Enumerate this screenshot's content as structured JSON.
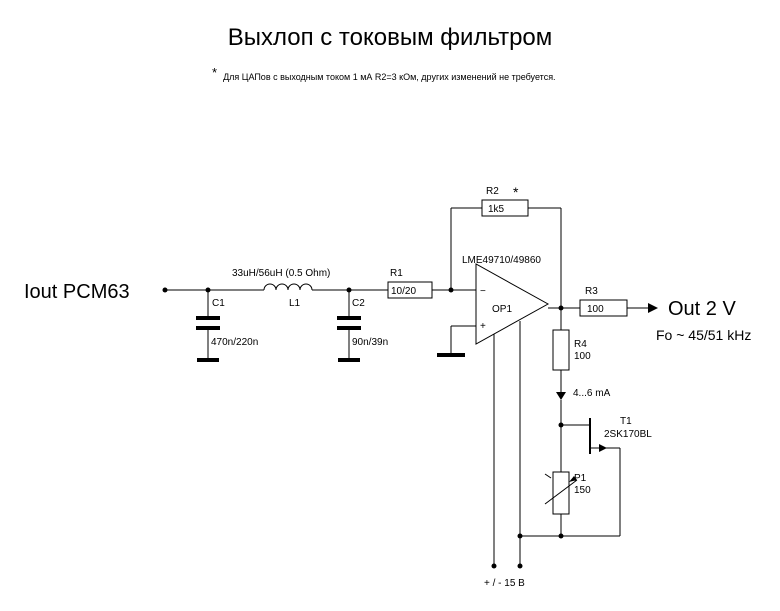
{
  "title": "Выхлоп с токовым фильтром",
  "note": {
    "star": "*",
    "text": "Для ЦАПов с выходным током 1 мА R2=3 кОм,  других  изменений не требуется."
  },
  "input_label": "Iout PCM63",
  "output_label": "Out 2 V",
  "fo_label": "Fo ~ 45/51 kHz",
  "supply_label": "+ / - 15 B",
  "current_label": "4...6 mA",
  "opamp": {
    "name": "LME49710/49860",
    "ref": "OP1",
    "minus": "−",
    "plus": "+"
  },
  "inductor": {
    "ref": "L1",
    "value": "33uH/56uH (0.5 Ohm)"
  },
  "c1": {
    "ref": "C1",
    "value": "470n/220n"
  },
  "c2": {
    "ref": "C2",
    "value": "90n/39n"
  },
  "r1": {
    "ref": "R1",
    "value": "10/20"
  },
  "r2": {
    "ref": "R2",
    "value": "1k5",
    "star": "*"
  },
  "r3": {
    "ref": "R3",
    "value": "100"
  },
  "r4": {
    "ref": "R4",
    "value": "100"
  },
  "t1": {
    "ref": "T1",
    "value": "2SK170BL"
  },
  "p1": {
    "ref": "P1",
    "value": "150"
  }
}
